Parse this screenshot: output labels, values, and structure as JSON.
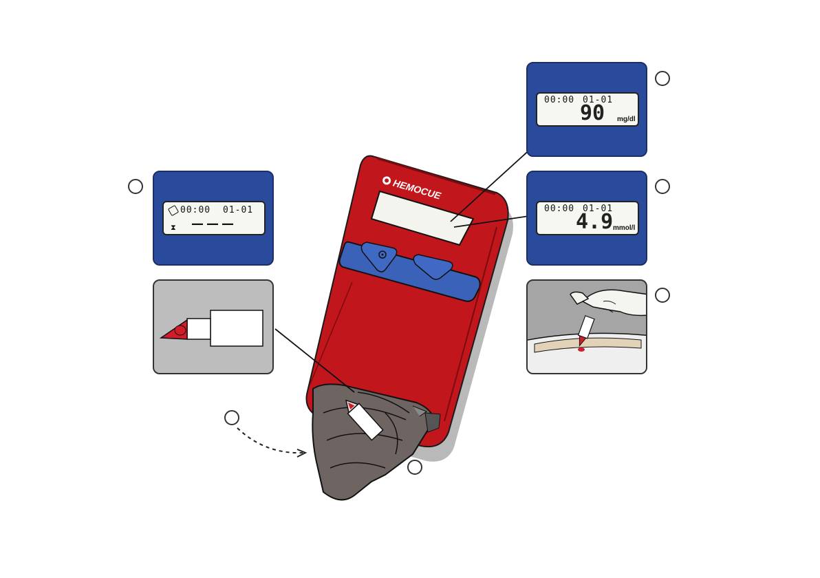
{
  "device": {
    "brand": "HEMOCUE",
    "body_color": "#c0161c",
    "screen_color": "#f4f4ee",
    "button_panel_color": "#3a62b8"
  },
  "panels": {
    "left_display": {
      "time": "00:00",
      "date": "01-01",
      "dashes": "———",
      "icons": [
        "cuvette-icon",
        "hourglass-icon"
      ]
    },
    "right_display_mgdl": {
      "time": "00:00",
      "date": "01-01",
      "value": "90",
      "unit": "mg/dl"
    },
    "right_display_mmol": {
      "time": "00:00",
      "date": "01-01",
      "value": "4.9",
      "unit": "mmol/l"
    }
  },
  "colors": {
    "panel_blue": "#2a4b9b",
    "panel_gray": "#bdbdbd",
    "device_red": "#c0161c",
    "holder_gray": "#6e6462"
  }
}
